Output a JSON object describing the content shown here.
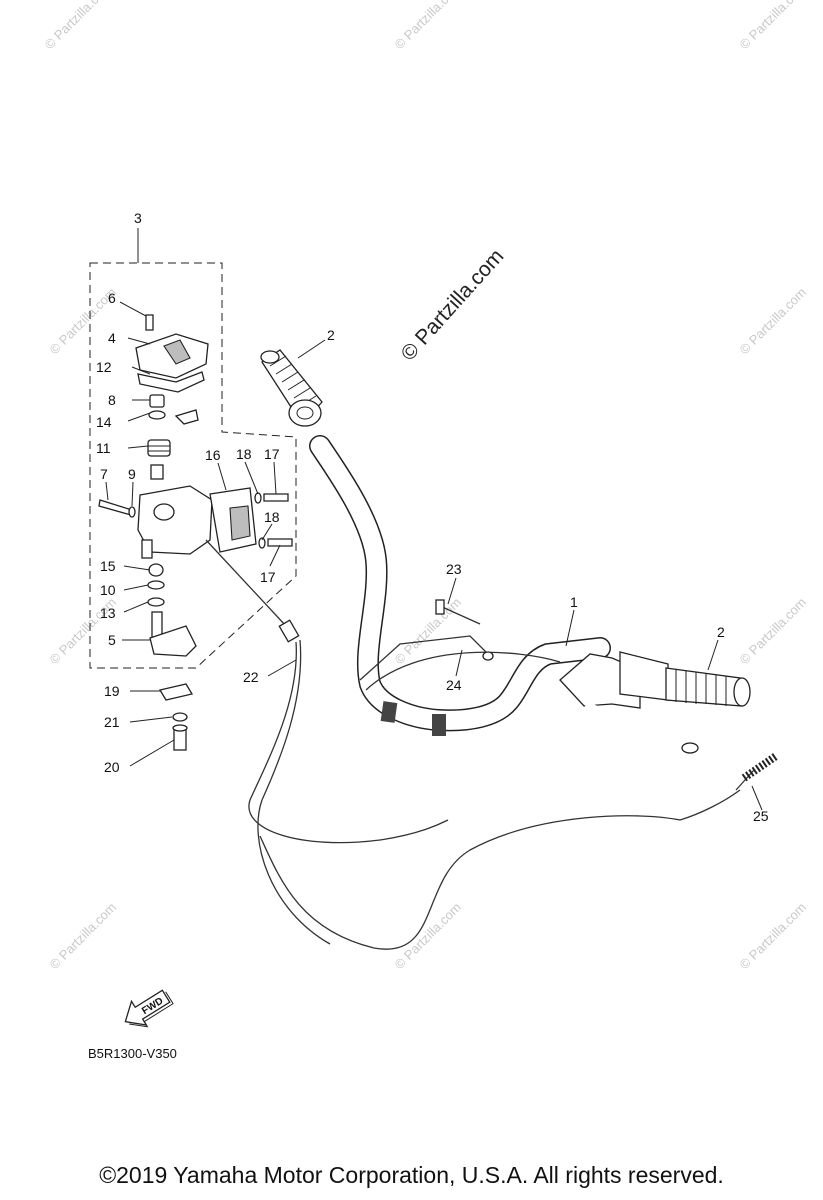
{
  "watermarks": {
    "small": "© Partzilla.com",
    "large": "© Partzilla.com"
  },
  "callouts": [
    "1",
    "2",
    "2",
    "3",
    "4",
    "5",
    "6",
    "7",
    "8",
    "9",
    "10",
    "11",
    "12",
    "13",
    "14",
    "15",
    "16",
    "17",
    "17",
    "18",
    "18",
    "19",
    "20",
    "21",
    "22",
    "23",
    "24",
    "25"
  ],
  "fwd_label": "FWD",
  "diagram_code": "B5R1300-V350",
  "copyright": "©2019  Yamaha Motor Corporation, U.S.A. All rights reserved."
}
